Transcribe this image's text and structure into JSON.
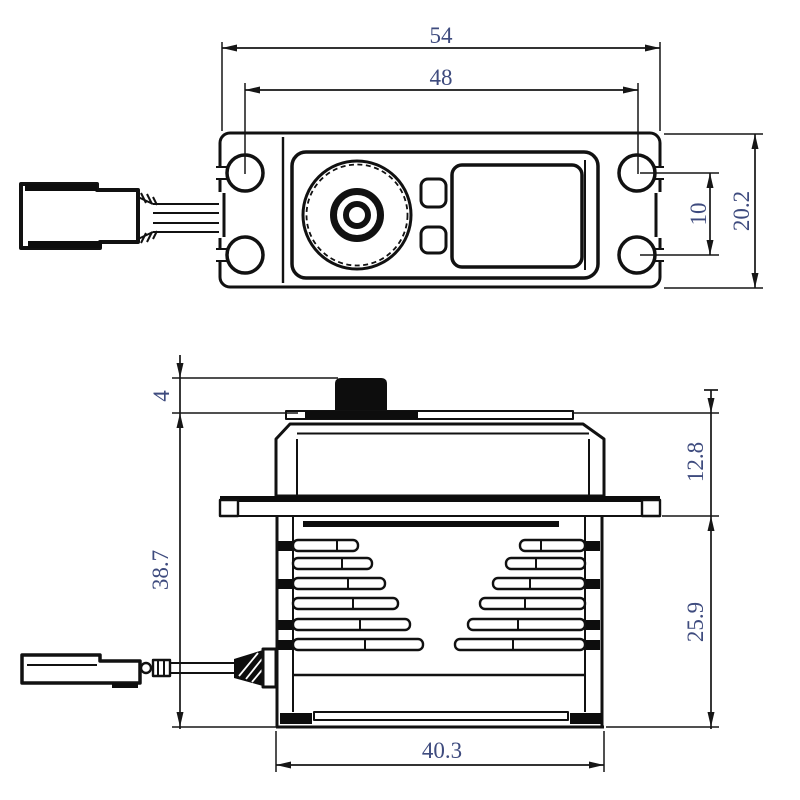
{
  "drawing": {
    "type": "servo-technical-dimension-drawing",
    "colors": {
      "background": "#ffffff",
      "line": "#111111",
      "dimension_text": "#3e4b7e"
    },
    "dimensions": {
      "overall_width": "54",
      "mount_hole_spacing": "48",
      "top_view_height": "20.2",
      "mount_hole_gap": "10",
      "shaft_height": "4",
      "total_height": "38.7",
      "upper_section_height": "12.8",
      "lower_section_height": "25.9",
      "case_width": "40.3"
    }
  }
}
